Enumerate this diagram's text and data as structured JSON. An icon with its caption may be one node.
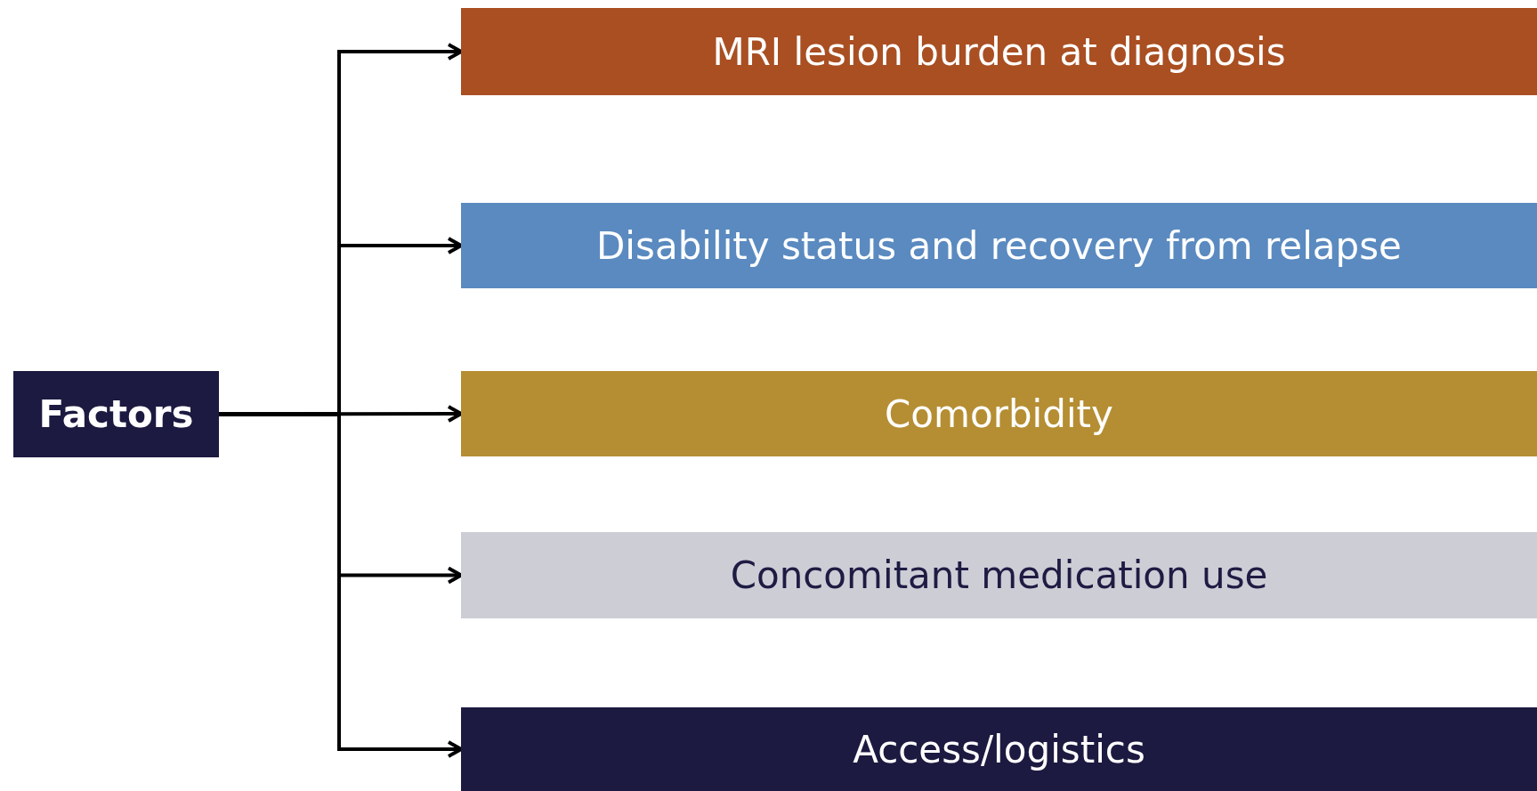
{
  "diagram": {
    "nodes": [
      {
        "text": [
          "Factors"
        ]
      },
      {
        "text": [
          "MRI lesion burden at diagnosis"
        ]
      },
      {
        "text": [
          "Disability status and recovery from relapse"
        ]
      },
      {
        "text": [
          "Comorbidity"
        ]
      },
      {
        "text": [
          "Concomitant medication use"
        ]
      },
      {
        "text": [
          "Access/logistics"
        ]
      }
    ],
    "edges": [
      {
        "from": 0,
        "to": 1,
        "arrow": "to"
      },
      {
        "from": 0,
        "to": 2,
        "arrow": "to"
      },
      {
        "from": 0,
        "to": 3,
        "arrow": "to"
      },
      {
        "from": 0,
        "to": 4,
        "arrow": "to"
      },
      {
        "from": 0,
        "to": 5,
        "arrow": "to"
      }
    ]
  }
}
